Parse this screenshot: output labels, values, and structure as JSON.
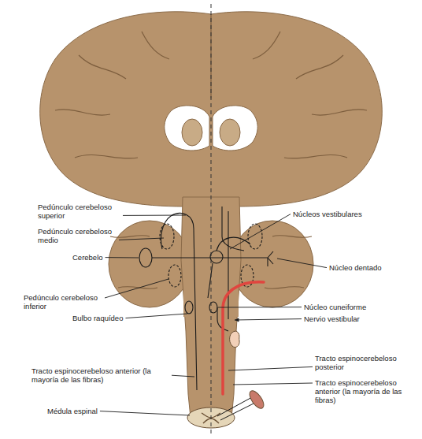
{
  "diagram": {
    "labels": [
      "Pedúnculo cerebeloso superior",
      "Pedúnculo cerebeloso medio",
      "Cerebelo",
      "Pedúnculo cerebeloso inferior",
      "Bulbo raquídeo",
      "Tracto espinocerebeloso anterior (la mayoría de las fibras)",
      "Médula espinal",
      "Núcleos vestibulares",
      "Núcleo dentado",
      "Núcleo cuneiforme",
      "Nervio vestibular",
      "Tracto espinocerebeloso posterior",
      "Tracto espinocerebeloso anterior (la mayoría de las fibras)"
    ]
  }
}
